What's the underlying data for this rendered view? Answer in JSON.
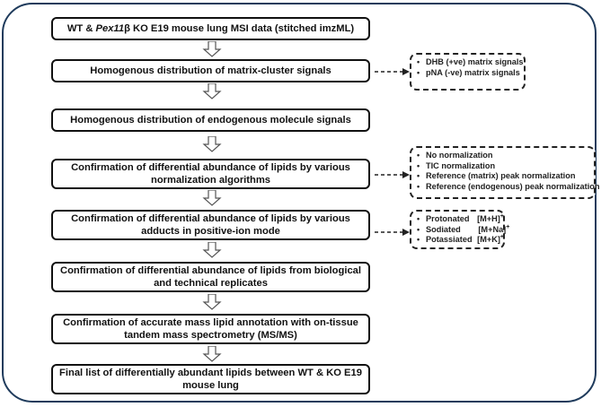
{
  "steps": [
    {
      "pre": "WT & ",
      "italic": "Pex11",
      "post": "β KO E19 mouse lung MSI data (stitched imzML)"
    },
    {
      "text": "Homogenous distribution of matrix-cluster signals"
    },
    {
      "text": "Homogenous distribution of endogenous molecule signals"
    },
    {
      "text": "Confirmation of differential abundance of lipids by various normalization algorithms"
    },
    {
      "text": "Confirmation of differential abundance of lipids by various adducts in positive-ion mode"
    },
    {
      "text": "Confirmation of differential abundance of lipids from biological and technical replicates"
    },
    {
      "text": "Confirmation of accurate mass lipid annotation with on-tissue tandem mass spectrometry (MS/MS)"
    },
    {
      "text": "Final list of differentially abundant lipids between WT & KO E19 mouse lung"
    }
  ],
  "matrix_box": {
    "items": [
      "DHB (+ve) matrix signals",
      "pNA (-ve) matrix signals"
    ]
  },
  "normalization_box": {
    "items": [
      "No normalization",
      "TIC normalization",
      "Reference (matrix) peak normalization",
      "Reference (endogenous) peak normalization"
    ]
  },
  "adduct_box": {
    "items": [
      {
        "label": "Protonated",
        "ion": "[M+H]",
        "charge": "+"
      },
      {
        "label": "Sodiated",
        "ion": "[M+Na]",
        "charge": "+"
      },
      {
        "label": "Potassiated",
        "ion": "[M+K]",
        "charge": "+"
      }
    ]
  },
  "colors": {
    "frame": "#1f3b5c",
    "box_border": "#111111",
    "arrow": "#555555"
  }
}
